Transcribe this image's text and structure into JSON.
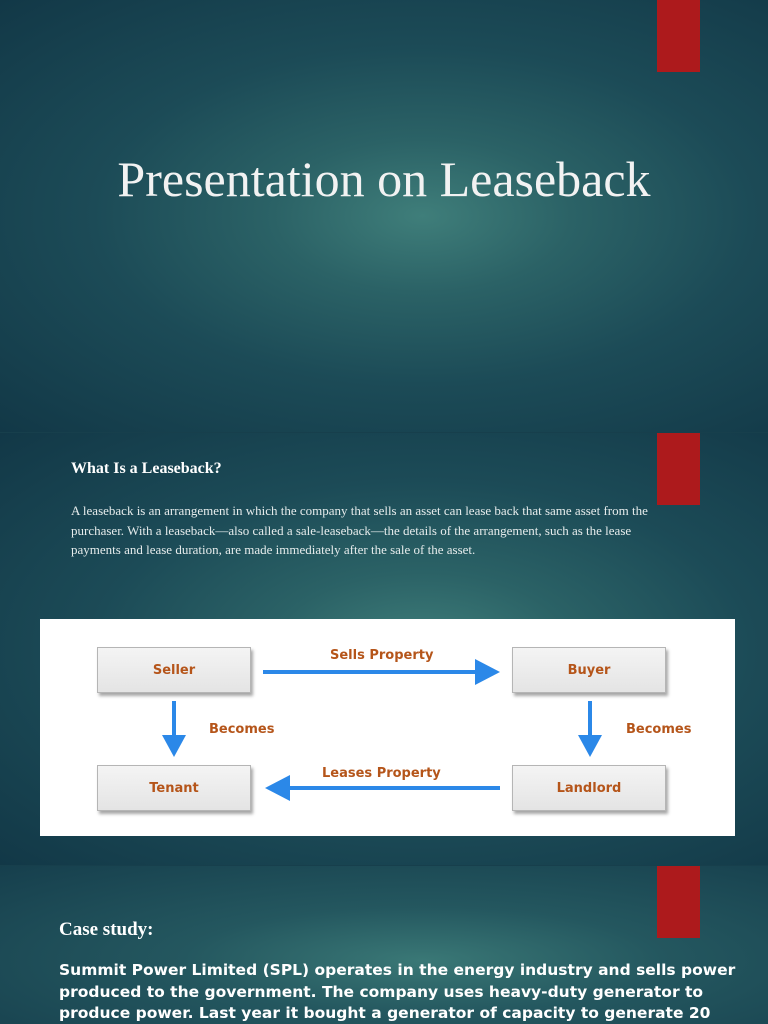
{
  "slide1": {
    "title": "Presentation on Leaseback"
  },
  "slide2": {
    "heading": "What Is a Leaseback?",
    "body": "A leaseback is an arrangement in which the company that sells an asset can lease back that same asset from the purchaser. With a leaseback—also called a sale-leaseback—the details of the arrangement, such as the lease payments and lease duration, are made immediately after the sale of the asset.",
    "diagram": {
      "seller": "Seller",
      "buyer": "Buyer",
      "tenant": "Tenant",
      "landlord": "Landlord",
      "sells_property": "Sells Property",
      "leases_property": "Leases Property",
      "becomes_left": "Becomes",
      "becomes_right": "Becomes"
    }
  },
  "slide3": {
    "heading": "Case study:",
    "body": "Summit Power Limited (SPL) operates in the energy industry and sells power produced to the government. The company uses heavy-duty generator to produce power. Last year it bought a generator of capacity to generate 20"
  },
  "colors": {
    "accent_bar": "#ad1a1c",
    "arrow": "#2b88e8",
    "diagram_text": "#b5551a"
  }
}
